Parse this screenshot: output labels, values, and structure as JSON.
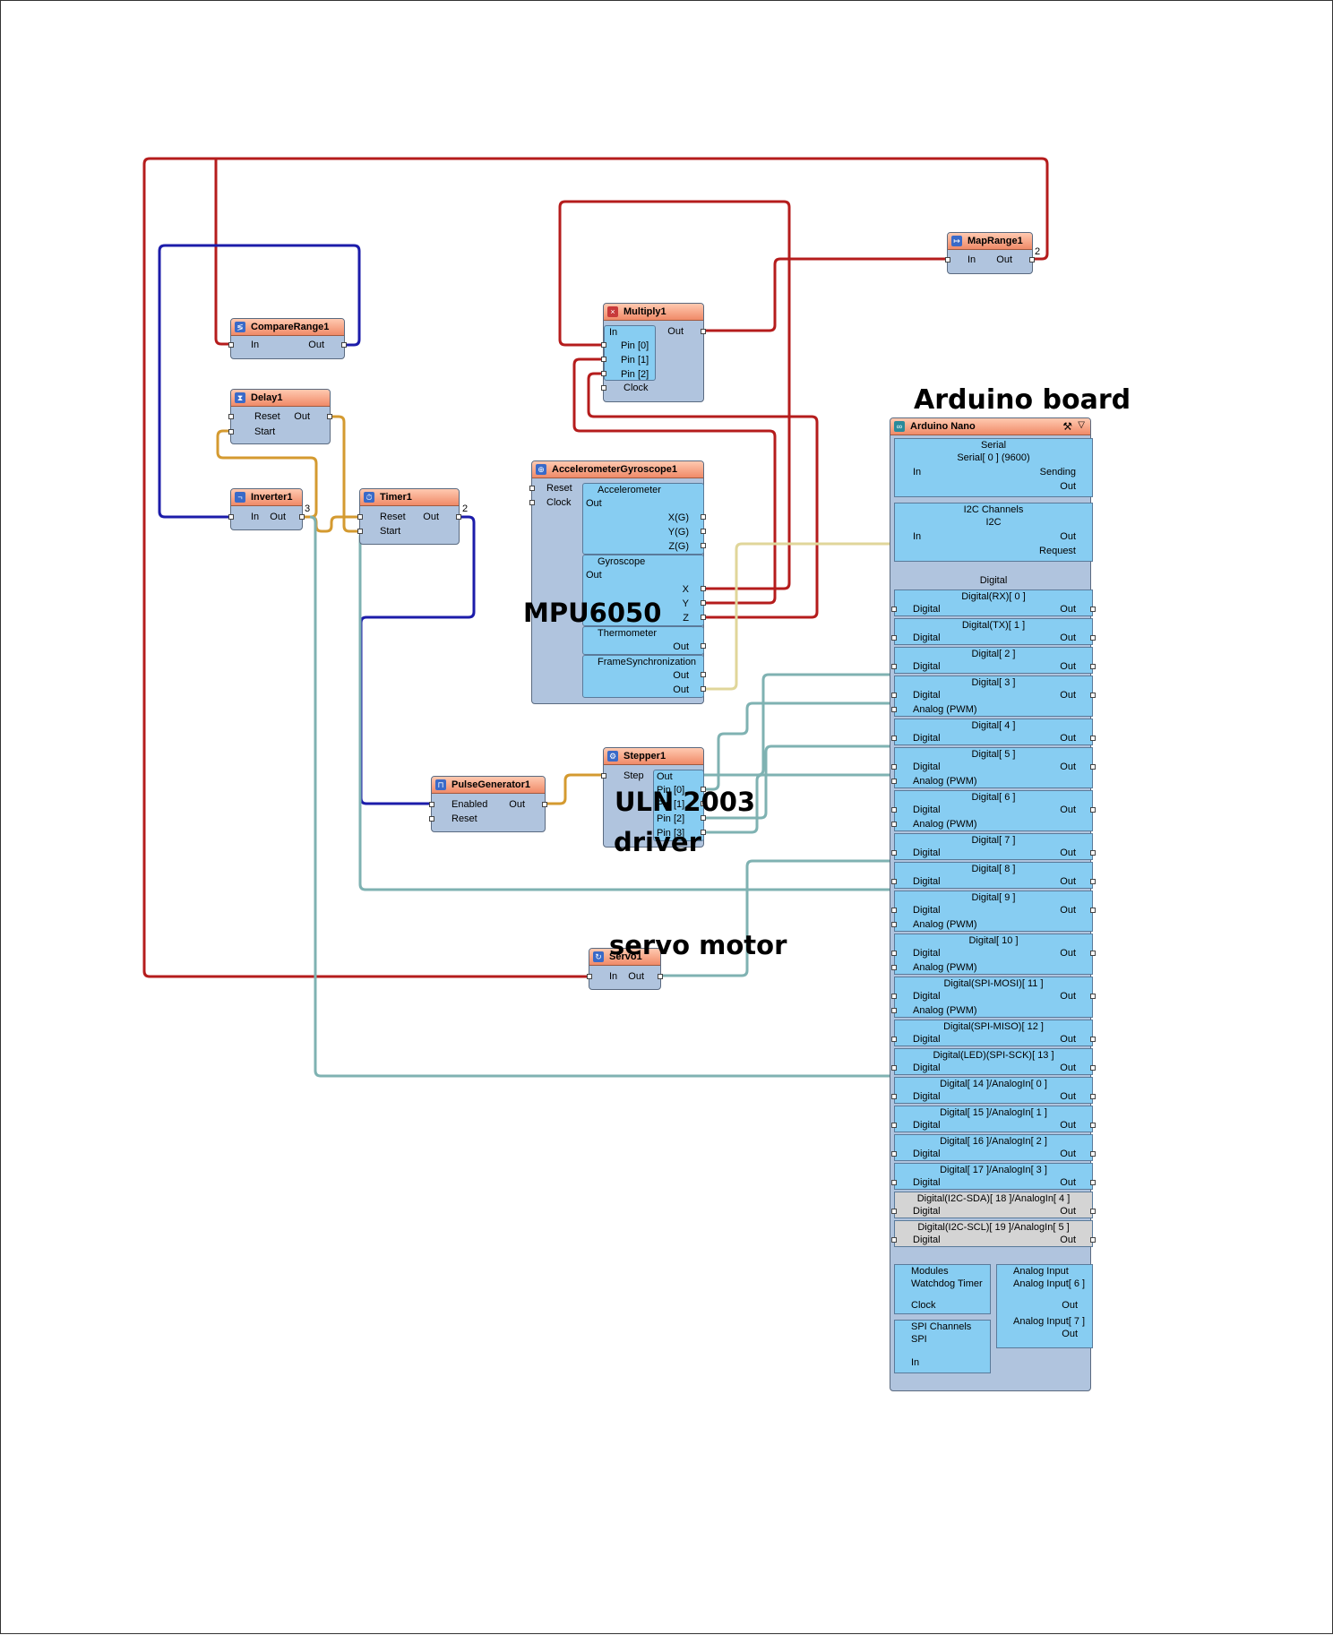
{
  "components": {
    "compare_range": {
      "title": "CompareRange1",
      "in": "In",
      "out": "Out"
    },
    "delay": {
      "title": "Delay1",
      "reset": "Reset",
      "start": "Start",
      "out": "Out"
    },
    "inverter": {
      "title": "Inverter1",
      "in": "In",
      "out": "Out",
      "count": "3"
    },
    "timer": {
      "title": "Timer1",
      "reset": "Reset",
      "start": "Start",
      "out": "Out",
      "count": "2"
    },
    "multiply": {
      "title": "Multiply1",
      "in": "In",
      "pins": [
        "Pin [0]",
        "Pin [1]",
        "Pin [2]"
      ],
      "clock": "Clock",
      "out": "Out"
    },
    "map_range": {
      "title": "MapRange1",
      "in": "In",
      "out": "Out",
      "count": "2"
    },
    "accel_gyro": {
      "title": "AccelerometerGyroscope1",
      "reset": "Reset",
      "clock": "Clock",
      "accelerometer": {
        "title": "Accelerometer",
        "out": "Out",
        "pins": [
          "X(G)",
          "Y(G)",
          "Z(G)"
        ]
      },
      "gyroscope": {
        "title": "Gyroscope",
        "out": "Out",
        "pins": [
          "X",
          "Y",
          "Z"
        ]
      },
      "thermometer": {
        "title": "Thermometer",
        "out": "Out"
      },
      "frame_sync": {
        "title": "FrameSynchronization",
        "out1": "Out",
        "out2": "Out"
      }
    },
    "pulse_generator": {
      "title": "PulseGenerator1",
      "enabled": "Enabled",
      "reset": "Reset",
      "out": "Out"
    },
    "stepper": {
      "title": "Stepper1",
      "step": "Step",
      "out": "Out",
      "pins": [
        "Pin [0]",
        "Pin [1]",
        "Pin [2]",
        "Pin [3]"
      ]
    },
    "servo": {
      "title": "Servo1",
      "in": "In",
      "out": "Out"
    }
  },
  "arduino": {
    "title": "Arduino Nano",
    "serial": {
      "section": "Serial",
      "item": "Serial[ 0 ] (9600)",
      "in": "In",
      "sending": "Sending",
      "out": "Out"
    },
    "i2c": {
      "section": "I2C Channels",
      "item": "I2C",
      "in": "In",
      "out": "Out",
      "request": "Request"
    },
    "digital_section": "Digital",
    "digital": [
      {
        "title": "Digital(RX)[ 0 ]",
        "rows": [
          "Digital"
        ],
        "out": "Out"
      },
      {
        "title": "Digital(TX)[ 1 ]",
        "rows": [
          "Digital"
        ],
        "out": "Out"
      },
      {
        "title": "Digital[ 2 ]",
        "rows": [
          "Digital"
        ],
        "out": "Out"
      },
      {
        "title": "Digital[ 3 ]",
        "rows": [
          "Digital",
          "Analog (PWM)"
        ],
        "out": "Out"
      },
      {
        "title": "Digital[ 4 ]",
        "rows": [
          "Digital"
        ],
        "out": "Out"
      },
      {
        "title": "Digital[ 5 ]",
        "rows": [
          "Digital",
          "Analog (PWM)"
        ],
        "out": "Out"
      },
      {
        "title": "Digital[ 6 ]",
        "rows": [
          "Digital",
          "Analog (PWM)"
        ],
        "out": "Out"
      },
      {
        "title": "Digital[ 7 ]",
        "rows": [
          "Digital"
        ],
        "out": "Out"
      },
      {
        "title": "Digital[ 8 ]",
        "rows": [
          "Digital"
        ],
        "out": "Out"
      },
      {
        "title": "Digital[ 9 ]",
        "rows": [
          "Digital",
          "Analog (PWM)"
        ],
        "out": "Out"
      },
      {
        "title": "Digital[ 10 ]",
        "rows": [
          "Digital",
          "Analog (PWM)"
        ],
        "out": "Out"
      },
      {
        "title": "Digital(SPI-MOSI)[ 11 ]",
        "rows": [
          "Digital",
          "Analog (PWM)"
        ],
        "out": "Out"
      },
      {
        "title": "Digital(SPI-MISO)[ 12 ]",
        "rows": [
          "Digital"
        ],
        "out": "Out"
      },
      {
        "title": "Digital(LED)(SPI-SCK)[ 13 ]",
        "rows": [
          "Digital"
        ],
        "out": "Out"
      },
      {
        "title": "Digital[ 14 ]/AnalogIn[ 0 ]",
        "rows": [
          "Digital"
        ],
        "out": "Out"
      },
      {
        "title": "Digital[ 15 ]/AnalogIn[ 1 ]",
        "rows": [
          "Digital"
        ],
        "out": "Out"
      },
      {
        "title": "Digital[ 16 ]/AnalogIn[ 2 ]",
        "rows": [
          "Digital"
        ],
        "out": "Out"
      },
      {
        "title": "Digital[ 17 ]/AnalogIn[ 3 ]",
        "rows": [
          "Digital"
        ],
        "out": "Out"
      },
      {
        "title": "Digital(I2C-SDA)[ 18 ]/AnalogIn[ 4 ]",
        "rows": [
          "Digital"
        ],
        "out": "Out",
        "disabled": true
      },
      {
        "title": "Digital(I2C-SCL)[ 19 ]/AnalogIn[ 5 ]",
        "rows": [
          "Digital"
        ],
        "out": "Out",
        "disabled": true
      }
    ],
    "modules": {
      "section": "Modules",
      "watchdog": "Watchdog Timer",
      "clock": "Clock"
    },
    "spi": {
      "section": "SPI Channels",
      "item": "SPI",
      "in": "In"
    },
    "analog_input": {
      "section": "Analog Input",
      "items": [
        "Analog Input[ 6 ]",
        "Analog Input[ 7 ]"
      ],
      "out": "Out"
    }
  },
  "annotations": {
    "arduino_board": "Arduino board",
    "mpu6050": "MPU6050",
    "uln2003": "ULN 2003",
    "driver": "driver",
    "servo_motor": "servo motor"
  },
  "colors": {
    "wire_analog": "#b51c1c",
    "wire_digital": "#1c1caa",
    "wire_clock": "#d49a30",
    "wire_teal": "#7fb2b2",
    "wire_i2c": "#e0d69a",
    "component_body": "#b0c4de",
    "component_title": "#f08a68",
    "subpanel": "#87cdf2"
  }
}
